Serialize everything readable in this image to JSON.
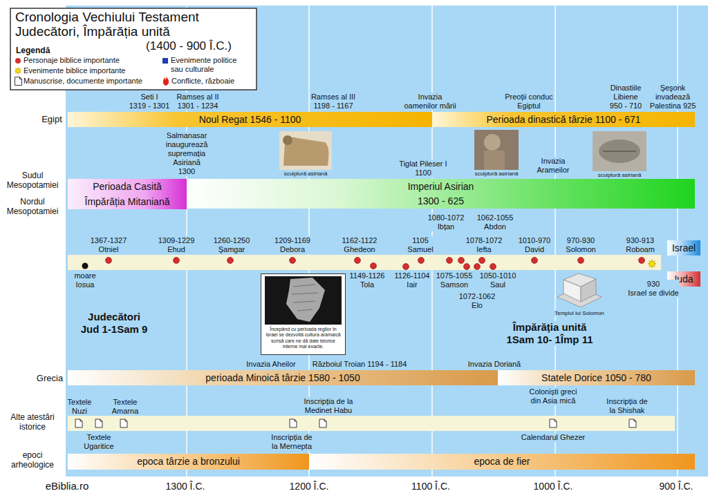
{
  "diagram": {
    "title": "Cronologia Vechiului Testament Judecători, Împărăția unită",
    "nodes": [
      {
        "text": [
          "Noul Regat 1546 - 1100"
        ]
      },
      {
        "text": [
          "Perioada dinastică târzie 1100 - 671"
        ]
      },
      {
        "text": [
          "Perioada Casită"
        ]
      },
      {
        "text": [
          "Împărăția Mitaniană"
        ]
      },
      {
        "text": [
          "Imperiul Asirian",
          "1300 - 625"
        ]
      },
      {
        "text": [
          "Israel"
        ]
      },
      {
        "text": [
          "Iuda"
        ]
      },
      {
        "text": [
          "Începând cu perioada regilor în Israel se dezvoltă cultura aramaică scrisă care ne dă date istorice interne mai exacte."
        ]
      },
      {
        "text": [
          "perioada Minoică târzie 1580 - 1050"
        ]
      },
      {
        "text": [
          "Statele Dorice 1050 - 780"
        ]
      },
      {
        "text": [
          "epoca târzie a bronzului"
        ]
      },
      {
        "text": [
          "epoca de fier"
        ]
      }
    ],
    "labels": [
      "Egipt",
      "Seti I 1319 - 1301",
      "Ramses al II 1301 - 1234",
      "Ramses al III 1198 - 1167",
      "Invazia oamenilor mării",
      "Preoții conduc Egiptul",
      "Dinastiile Libiene 950 - 710",
      "Şeşonk invadează Palestina 925",
      "Sudul Mesopotamiei",
      "Nordul Mesopotamiei",
      "Salmanasar inaugurează supremația Asiriană 1300",
      "sculptură asiriană",
      "Tiglat Pileser I 1100",
      "sculptură asiriană",
      "Invazia Arameilor",
      "sculptură asiriană",
      "1367-1327 Otniel",
      "1309-1229 Ehud",
      "1260-1250 Şamgar",
      "1209-1169 Debora",
      "1162-1122 Ghedeon",
      "1105 Samuel",
      "1080-1072 Ibțan",
      "1078-1072 Iefta",
      "1062-1055 Abdon",
      "1010-970 David",
      "970-930 Solomon",
      "930-913 Roboam",
      "moare Iosua",
      "1149-1126 Tola",
      "1126-1104 Iair",
      "1075-1055 Samson",
      "1072-1062 Elo",
      "1050-1010 Saul",
      "930 Israel se divide",
      "Templul lui Solomon",
      "Judecători Jud 1-1Sam 9",
      "Împărăția unită 1Sam 10- 1Împ 11",
      "Grecia",
      "Invazia Aheilor",
      "Războiul Troian 1194 - 1184",
      "Invazia Doriană",
      "Alte atestări istorice",
      "Textele Nuzi",
      "Textele Amarna",
      "Textele Ugaritice",
      "Inscripția de la Medinet Habu",
      "Inscripția de la Mernepta",
      "Coloniști greci din Asia mică",
      "Calendarul Ghezer",
      "Inscripția de la Shishak",
      "epoci arheologice",
      "eBiblia.ro",
      "1300 Î.C.",
      "1200 Î.C.",
      "1100 Î.C.",
      "1000 Î.C.",
      "900 Î.C.",
      "(1400 - 900 Î.C.)",
      "Legendă"
    ],
    "legend": [
      {
        "text": "Personaje biblice importante",
        "color": "#d32f2f"
      },
      {
        "text": "Evenimente biblice importante"
      },
      {
        "text": "Manuscrise, documente importante"
      },
      {
        "text": "Evenimente politice sau culturale",
        "color": "#1a3fb5"
      },
      {
        "text": "Conflicte, războaie"
      }
    ]
  }
}
